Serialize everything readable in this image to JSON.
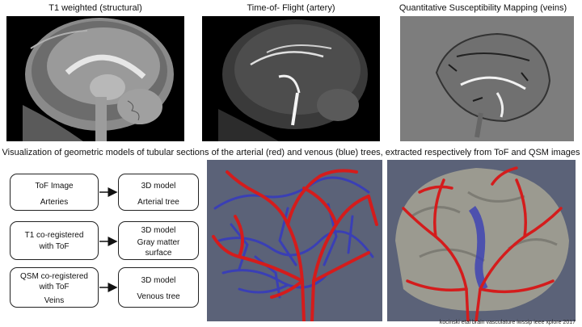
{
  "captions": {
    "t1": "T1 weighted (structural)",
    "tof": "Time-of- Flight (artery)",
    "qsm": "Quantitative Susceptibility Mapping (veins)"
  },
  "visualization_caption": "Visualization of geometric models of tubular sections of the arterial (red) and venous (blue) trees, extracted respectively from ToF and QSM images",
  "flow": [
    {
      "input": [
        "ToF Image",
        "Arteries"
      ],
      "output": [
        "3D model",
        "Arterial tree"
      ]
    },
    {
      "input": [
        "T1 co-registered",
        "with ToF"
      ],
      "output": [
        "3D model",
        "Gray matter",
        "surface"
      ]
    },
    {
      "input": [
        "QSM co-registered",
        "with ToF",
        "Veins"
      ],
      "output": [
        "3D model",
        "Venous tree"
      ]
    }
  ],
  "credit": "kocinski  etal  brain  vasculature  iwssip  ieee  xplore  2017",
  "colors": {
    "arterial": "#d41c1c",
    "venous": "#3a3fb5",
    "render_bg": "#5b6278"
  }
}
